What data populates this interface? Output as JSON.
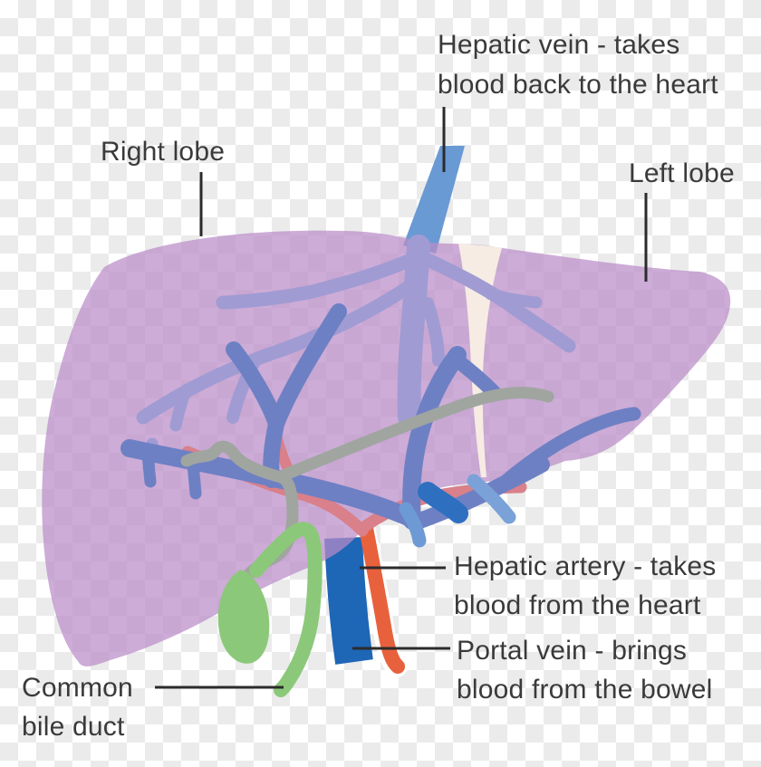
{
  "figure": {
    "type": "anatomical-diagram",
    "subject": "Human liver anatomy with labelled blood vessels and bile ducts"
  },
  "labels": {
    "hepatic_vein": "Hepatic vein - takes\nblood back to the heart",
    "right_lobe": "Right lobe",
    "left_lobe": "Left lobe",
    "hepatic_artery": "Hepatic artery - takes\nblood from the heart",
    "portal_vein": "Portal vein - brings\nblood from the bowel",
    "common_bile_duct": "Common\nbile duct"
  },
  "colors": {
    "liver_fill": "#ba8cc8",
    "ligament_cream": "#f6ece3",
    "hepatic_vein_blue": "#6a9ad4",
    "portal_vein_blue": "#1e66b6",
    "hepatic_artery_red": "#e8613d",
    "bile_duct_green": "#8cc87a",
    "cystic_duct_grey": "#a0a5a0",
    "intrahepatic_vein_lavender": "#a09bd3",
    "intrahepatic_portal_blue": "#6e80c4",
    "intrahepatic_artery_pink": "#d9808a",
    "leader_line": "#2b2b2b",
    "label_text": "#3a3a3a",
    "checker_grey": "#ebebeb",
    "gap_white": "#ffffff"
  }
}
